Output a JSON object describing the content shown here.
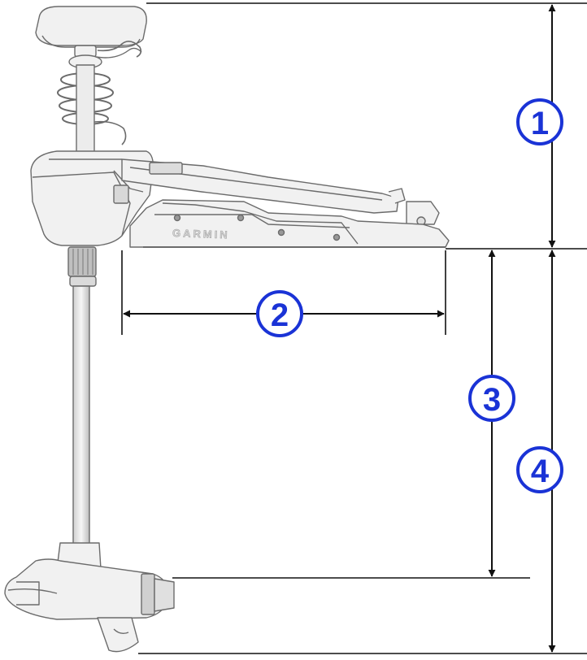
{
  "diagram": {
    "brand_mark": "GARMIN",
    "callouts": [
      {
        "id": "1",
        "label": "1"
      },
      {
        "id": "2",
        "label": "2"
      },
      {
        "id": "3",
        "label": "3"
      },
      {
        "id": "4",
        "label": "4"
      }
    ]
  },
  "colors": {
    "callout": "#1a33d6",
    "line": "#111111",
    "body_fill": "#f1f1f1",
    "body_stroke": "#6b6b6b",
    "shadow": "#cfcfcf"
  }
}
